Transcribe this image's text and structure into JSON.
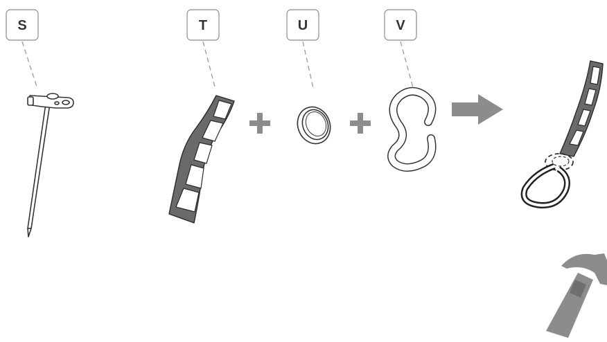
{
  "parts": [
    {
      "id": "S",
      "label": "S",
      "depicts": "tent-stake"
    },
    {
      "id": "T",
      "label": "T",
      "depicts": "ladder-strap"
    },
    {
      "id": "U",
      "label": "U",
      "depicts": "o-ring"
    },
    {
      "id": "V",
      "label": "V",
      "depicts": "s-hook"
    }
  ],
  "operators": [
    "plus",
    "plus",
    "arrow-right"
  ],
  "result": {
    "depicts": "assembled-strap-with-ring-and-hook"
  },
  "tool": {
    "depicts": "hammer"
  },
  "colors": {
    "label_border": "#8a8a8a",
    "label_text": "#333333",
    "leader_line": "#a0a0a0",
    "strap_fill": "#6a6a6a",
    "operator_fill": "#8c8c8c",
    "hammer_fill": "#8c8c8c"
  }
}
